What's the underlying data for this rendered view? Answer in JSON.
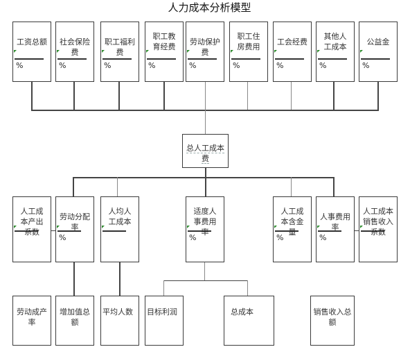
{
  "title": "人力成本分析模型",
  "top_row": [
    {
      "label": "工资总额",
      "pct": "%"
    },
    {
      "label": "社会保险费",
      "pct": "%"
    },
    {
      "label": "职工福利费",
      "pct": "%"
    },
    {
      "label": "职工教育经费",
      "pct": "%"
    },
    {
      "label": "劳动保护费",
      "pct": "%"
    },
    {
      "label": "职工住房费用",
      "pct": "%"
    },
    {
      "label": "工会经费",
      "pct": "%"
    },
    {
      "label": "其他人工成本",
      "pct": "%"
    },
    {
      "label": "公益金",
      "pct": "%"
    }
  ],
  "total": {
    "label": "总人工成本费"
  },
  "middle_row": [
    {
      "label": "人工成本产出系数",
      "pct": ""
    },
    {
      "label": "劳动分配率",
      "pct": "%"
    },
    {
      "label": "人均人工成本",
      "pct": ""
    },
    {
      "label": "适度人事费用率",
      "pct": "%"
    },
    {
      "label": "人工成本含金量",
      "pct": "%"
    },
    {
      "label": "人事费用率",
      "pct": "%"
    },
    {
      "label": "人工成本销售收入系数",
      "pct": ""
    }
  ],
  "bottom_row": [
    {
      "label": "劳动成产率"
    },
    {
      "label": "增加值总额"
    },
    {
      "label": "平均人数"
    },
    {
      "label": "目标利润"
    },
    {
      "label": "总成本"
    },
    {
      "label": "销售收入总额"
    }
  ]
}
